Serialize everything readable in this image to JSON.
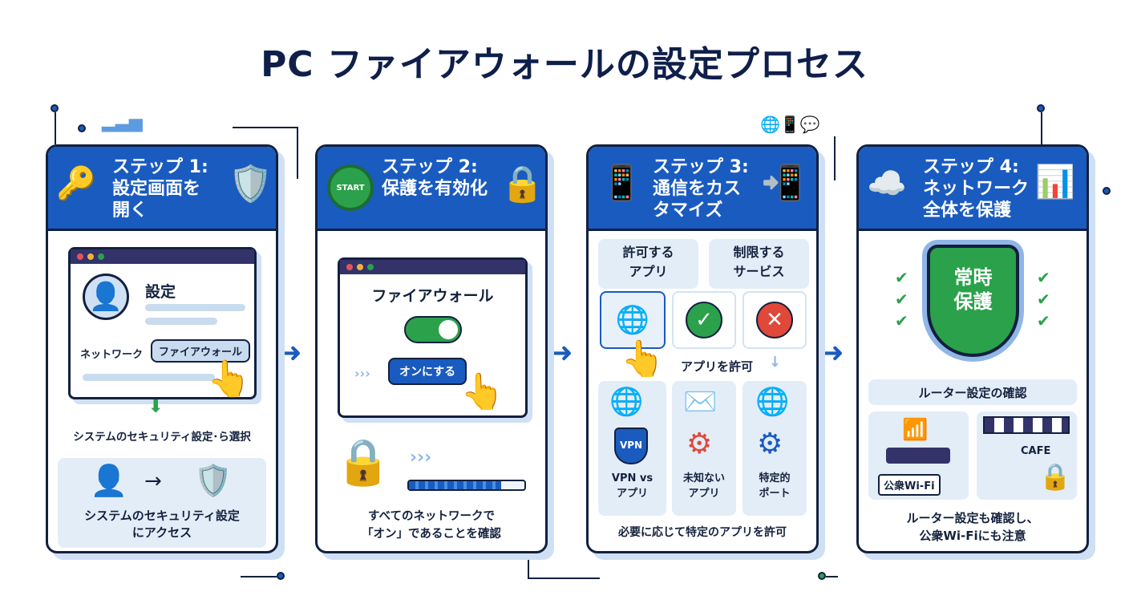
{
  "title": "PC ファイアウォールの設定プロセス",
  "steps": [
    {
      "header": "ステップ 1:\n設定画面を\n開く",
      "settings_label": "設定",
      "network_label": "ネットワーク",
      "firewall_button": "ファイアウォール",
      "select_caption": "システムのセキュリティ設定･ら選択",
      "access_caption": "システムのセキュリティ設定\nにアクセス"
    },
    {
      "header": "ステップ 2:\n保護を有効化",
      "start_label": "START",
      "window_title": "ファイアウォール",
      "on_button": "オンにする",
      "caption": "すべてのネットワークで\n「オン」であることを確認",
      "progress": 0.8
    },
    {
      "header": "ステップ 3:\n通信をカス\nタマイズ",
      "allow_apps": "許可する\nアプリ",
      "restricted_services": "制限する\nサービス",
      "allow_app_label": "アプリを許可",
      "vpn_badge": "VPN",
      "item_vpn": "VPN vs\nアプリ",
      "item_unknown": "未知ない\nアプリ",
      "item_port": "特定的\nポート",
      "caption": "必要に応じて特定のアプリを許可"
    },
    {
      "header": "ステップ 4:\nネットワーク\n全体を保護",
      "shield_text": "常時\n保護",
      "router_check": "ルーター設定の確認",
      "public_wifi": "公衆Wi-Fi",
      "cafe": "CAFE",
      "caption": "ルーター設定も確認し、\n公衆Wi-Fiにも注意"
    }
  ],
  "colors": {
    "header_blue": "#1a5bbf",
    "navy": "#13203f",
    "green": "#2aa14a",
    "red": "#e0483a"
  }
}
